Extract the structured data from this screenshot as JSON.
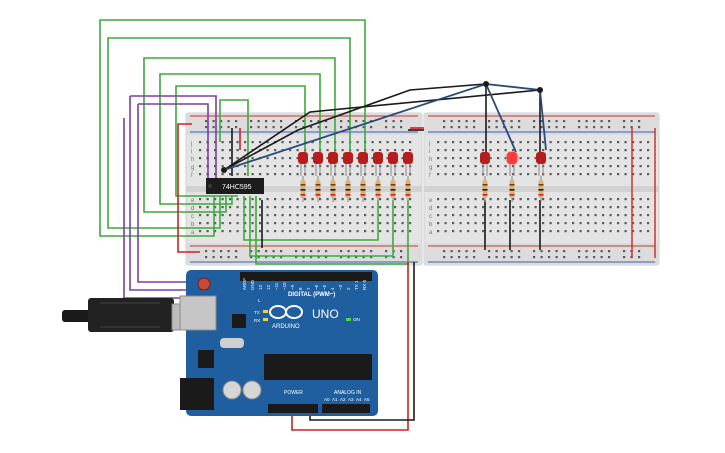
{
  "colors": {
    "background": "#ffffff",
    "breadboard": "#e6e6e6",
    "rail_red": "#d0342c",
    "rail_blue": "#3b5bbf",
    "wire_green": "#3daa3d",
    "wire_purple": "#7b3fa0",
    "wire_black": "#1a1a1a",
    "wire_red": "#d22020",
    "wire_navy": "#2a4a7a",
    "arduino_blue": "#1f5f9f",
    "led_red": "#b81d1d",
    "led_lit": "#ff3030"
  },
  "chip": {
    "label": "74HC595"
  },
  "arduino": {
    "brand_label": "ARDUINO",
    "model_label": "UNO",
    "digital_label": "DIGITAL (PWM~)",
    "power_label": "POWER",
    "analog_label": "ANALOG IN",
    "on_label": "ON",
    "tx_label": "TX",
    "rx_label": "RX",
    "l_label": "L",
    "analog_pins": [
      "A0",
      "A1",
      "A2",
      "A3",
      "A4",
      "A5"
    ],
    "digital_pins": [
      "AREF",
      "GND",
      "13",
      "12",
      "~11",
      "~10",
      "~9",
      "8",
      "7",
      "~6",
      "~5",
      "4",
      "~3",
      "2",
      "TX 1",
      "RX 0"
    ]
  },
  "breadboard_left": {
    "row_letters_top": [
      "j",
      "i",
      "h",
      "g",
      "f"
    ],
    "row_letters_bottom": [
      "e",
      "d",
      "c",
      "b",
      "a"
    ]
  },
  "breadboard_right": {
    "row_letters_top": [
      "j",
      "i",
      "h",
      "g",
      "f"
    ],
    "row_letters_bottom": [
      "e",
      "d",
      "c",
      "b",
      "a"
    ]
  },
  "leds": {
    "left_count": 8,
    "right": [
      {
        "state": "off"
      },
      {
        "state": "on"
      },
      {
        "state": "off"
      }
    ]
  }
}
